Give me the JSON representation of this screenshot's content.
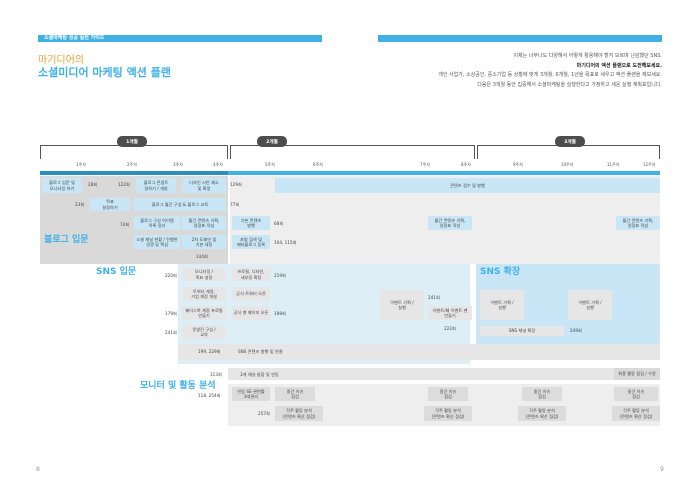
{
  "header": {
    "left_tag": "소셜마케팅 성공 실천 가이드"
  },
  "title": {
    "line1": "마기디어의",
    "line2": "소셜미디어 마케팅 액션 플랜"
  },
  "intro": {
    "l1": "이제는 너무나도 다양해서 어떻게 활용해야 할지 모르며 난감했던 SNS.",
    "l2a": "마기디어의 액션 플랜",
    "l2b": "으로 도전해보세요.",
    "l3": "개인 사업가, 소상공인, 중소기업 등 상황에 맞게 3개월, 6개월, 1년을 목표로 세우고 액션 플랜을 제보세요.",
    "l4": "다음은 3개월 동안 집중해서 소셜마케팅을 실행한다고 가정하고 세운 실행 계획표입니다."
  },
  "timeline": {
    "months": [
      "1개월",
      "2개월",
      "3개월"
    ],
    "weeks": [
      "1주차",
      "2주차",
      "3주차",
      "4주차",
      "5주차",
      "6주차",
      "7주차",
      "8주차",
      "9주차",
      "10주차",
      "11주차",
      "12주차"
    ]
  },
  "sections": {
    "blog": "블로그 입문",
    "sns": "SNS 입문",
    "sns_expand": "SNS 확장",
    "monitor": "모니터 및\n활동 분석"
  },
  "blog": {
    "blog_create": "블로그 입문 및\n모니터링 하기",
    "d28": "28회",
    "d122": "122회",
    "blog_category": "블로그 콘셉트\n정하기 / 개설",
    "design": "디자인 시안 제소\n및 확정",
    "d129": "129회",
    "contents_wide": "콘텐츠 접수 및 발행",
    "d23": "23회",
    "goal": "목표\n설정하기",
    "post_fmt": "블로그 월간 구성 & 블로그 교육",
    "d77": "77회",
    "d74": "74회",
    "blog_plan": "블로그 구성 아이템\n목록 정리",
    "monthly": "월간 콘텐츠 기획,\n일정표 작성",
    "basic": "기본 콘텐츠\n발행",
    "d68": "68회",
    "month_plan2": "월간 콘텐츠 기획,\n일정표 작성",
    "month_plan3": "월간 콘텐츠 기획,\n일정표 작성",
    "social": "소셜 채널 현황 / 진행한\n경쟁 및 핵심",
    "rev": "2차 도메인 및\n기본 세팅",
    "keyword": "포털 검색 및\n메타블로그 등록",
    "d104": "104, 115회",
    "d144": "144회"
  },
  "sns": {
    "d220": "220회",
    "monitor": "모니터링 /\n목표 설정",
    "set_ch": "프로필, 디자인,\n세부정 확정",
    "d219": "219회",
    "fb_plan": "트위터 계정,\n기업 계정 개설",
    "launch": "공식 트위터 오픈",
    "event_a": "이벤트 기획 /\n실행",
    "d241": "241회",
    "event_b": "이벤트 기획 /\n실행",
    "event_c": "이벤트 기획 /\n실행",
    "d179": "179회",
    "page": "페이스북 계정 프로필\n만들기",
    "fb_open": "공식 팬 페이지 오픈",
    "d198": "198회",
    "evt_s": "이벤트/페 이벤트 펜\n만들기",
    "d241b": "241회",
    "ops": "운영진 구성 /\n교육",
    "d222": "222회",
    "sns_ad": "SNS 채널 확장",
    "d249": "249회",
    "d199": "199, 229회",
    "sns_wide": "SNS 콘텐츠 발행 및 연결"
  },
  "monitor": {
    "d313": "313회",
    "wide1": "3개 채널 통합 및 연동",
    "final": "최종 활동 점검 / 수정",
    "d118": "118, 254회",
    "tool": "연동 SE-관련툴\n3대관리",
    "m1": "중간 이슈\n점검",
    "m2": "중간 이슈\n점검",
    "m3": "중간 이슈\n점검",
    "m4": "중간 이슈\n점검",
    "d257": "257회",
    "r1": "각주 활동 분석\n(콘텐츠 확산 점검)",
    "r2": "각주 활동 분석\n(콘텐츠 확산 점검)",
    "r3": "각주 활동 분석\n(콘텐츠 확산 점검)",
    "r4": "각주 활동 분석\n(콘텐츠 확산 점검)"
  },
  "page_numbers": {
    "left": "8",
    "right": "9"
  },
  "colors": {
    "accent": "#3fb1e6",
    "title": "#e8a034",
    "pill": "#4d4d4d"
  }
}
